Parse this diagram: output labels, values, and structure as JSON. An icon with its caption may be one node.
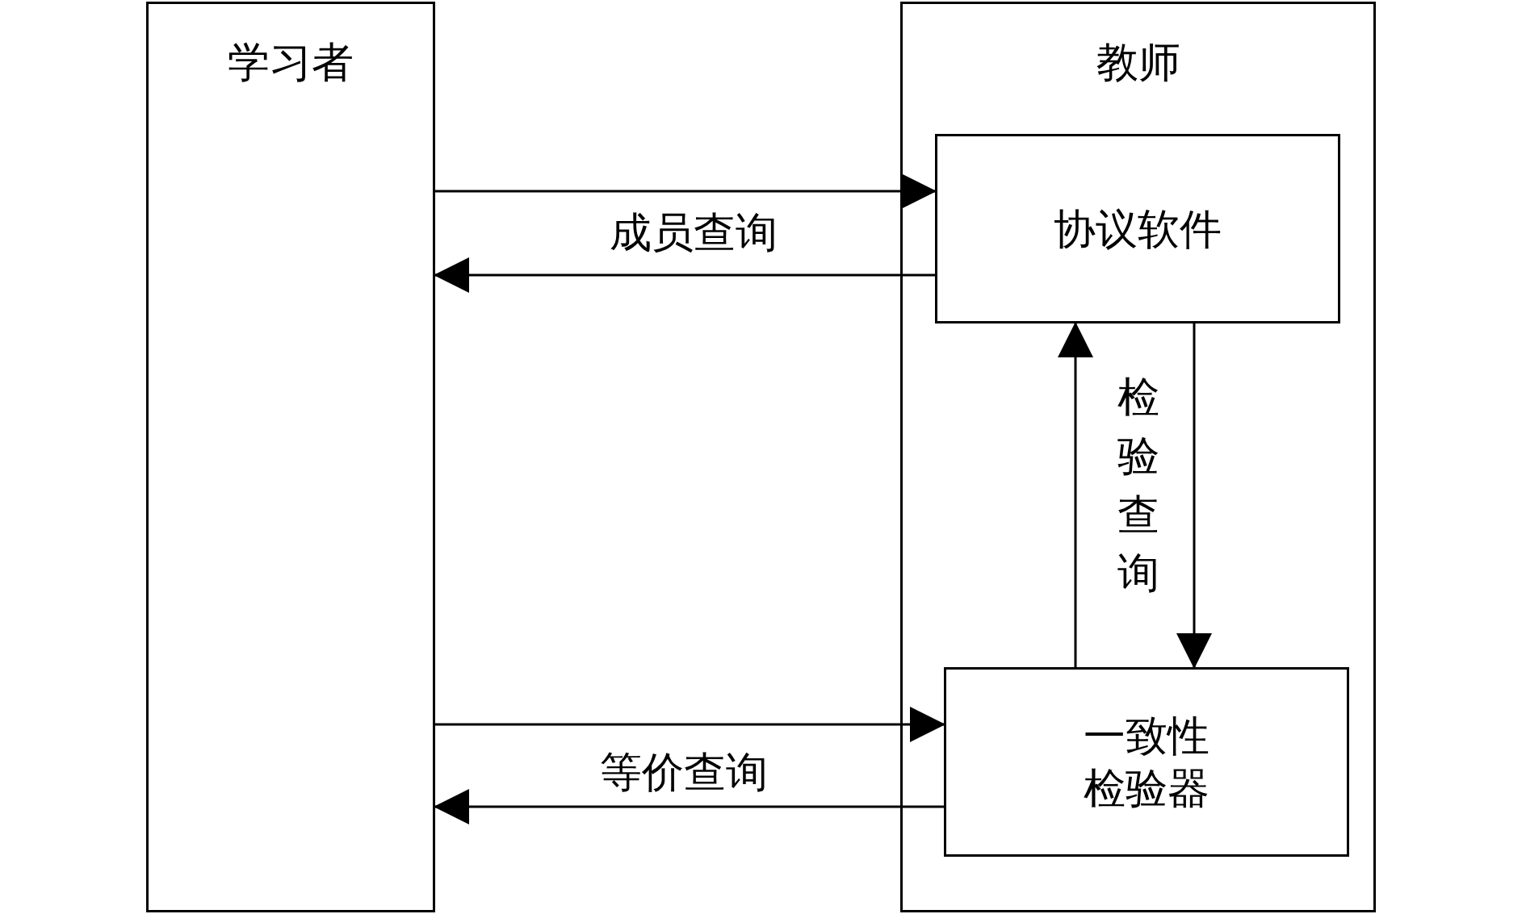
{
  "diagram": {
    "nodes": [
      {
        "text": [
          "学习者"
        ]
      },
      {
        "text": [
          "教师"
        ]
      },
      {
        "text": [
          "协议软件"
        ],
        "in": 1
      },
      {
        "text": [
          "一致性检验器"
        ],
        "in": 1
      }
    ],
    "edges": [
      {
        "from": 0,
        "to": 2,
        "arrow": "to",
        "label": "成员查询"
      },
      {
        "from": 2,
        "to": 0,
        "arrow": "to"
      },
      {
        "from": 3,
        "to": 2,
        "arrow": "to",
        "label": "检验查询"
      },
      {
        "from": 2,
        "to": 3,
        "arrow": "to"
      },
      {
        "from": 0,
        "to": 3,
        "arrow": "to",
        "label": "等价查询"
      },
      {
        "from": 3,
        "to": 0,
        "arrow": "to"
      }
    ]
  }
}
